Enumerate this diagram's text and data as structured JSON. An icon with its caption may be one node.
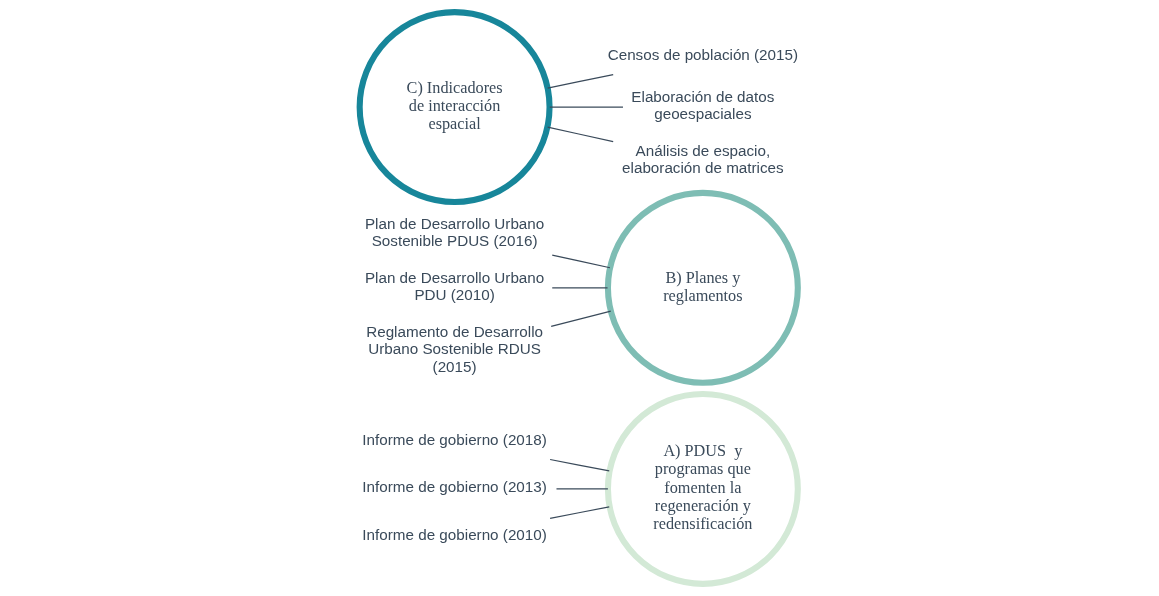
{
  "diagram": {
    "nodes": [
      {
        "text": [
          "A) PDUS  y programas que fomenten la regeneración y redensificación"
        ]
      },
      {
        "text": [
          "B) Planes y reglamentos"
        ]
      },
      {
        "text": [
          "C) Indicadores de interacción espacial"
        ]
      },
      {
        "text": [
          "Informe de gobierno (2018)"
        ]
      },
      {
        "text": [
          "Informe de gobierno (2013)"
        ]
      },
      {
        "text": [
          "Informe de gobierno (2010)"
        ]
      },
      {
        "text": [
          "Plan de Desarrollo Urbano Sostenible PDUS (2016)"
        ]
      },
      {
        "text": [
          "Plan de Desarrollo Urbano PDU (2010)"
        ]
      },
      {
        "text": [
          "Reglamento de Desarrollo Urbano Sostenible RDUS (2015)"
        ]
      },
      {
        "text": [
          "Censos de población (2015)"
        ]
      },
      {
        "text": [
          "Elaboración de datos geoespaciales"
        ]
      },
      {
        "text": [
          "Análisis de espacio, elaboración de matrices"
        ]
      }
    ],
    "edges": [
      {
        "from": 3,
        "to": 0,
        "arrow": "none"
      },
      {
        "from": 4,
        "to": 0,
        "arrow": "none"
      },
      {
        "from": 5,
        "to": 0,
        "arrow": "none"
      },
      {
        "from": 6,
        "to": 1,
        "arrow": "none"
      },
      {
        "from": 7,
        "to": 1,
        "arrow": "none"
      },
      {
        "from": 8,
        "to": 1,
        "arrow": "none"
      },
      {
        "from": 9,
        "to": 2,
        "arrow": "none"
      },
      {
        "from": 10,
        "to": 2,
        "arrow": "none"
      },
      {
        "from": 11,
        "to": 2,
        "arrow": "none"
      }
    ]
  }
}
